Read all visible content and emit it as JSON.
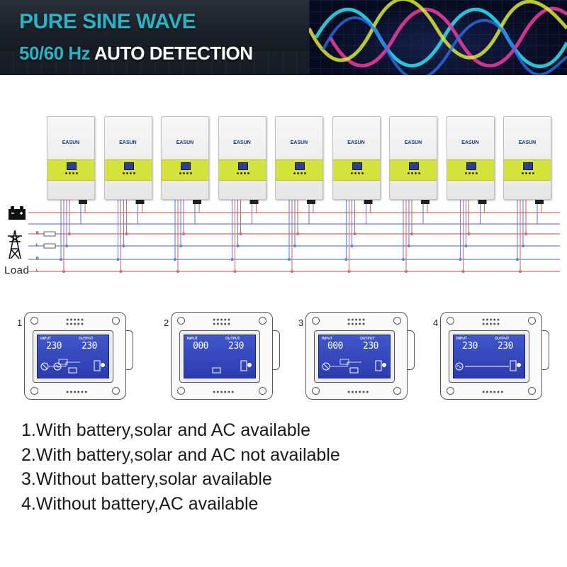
{
  "banner": {
    "title": "PURE SINE WAVE",
    "freq": "50/60 Hz",
    "detect": "AUTO DETECTION",
    "wave_colors": [
      "#2fd6e8",
      "#e23a9a",
      "#d8e63a",
      "#2b6ee8"
    ]
  },
  "diagram": {
    "inverter_count": 9,
    "brand": "EASUN",
    "lines": [
      {
        "label": "N",
        "color": "#6a7fd4"
      },
      {
        "label": "L",
        "color": "#d46a6a"
      },
      {
        "label": "N",
        "color": "#6a7fd4"
      },
      {
        "label": "L",
        "color": "#d46a6a"
      }
    ],
    "load_label": "Load",
    "icons": [
      "battery-icon",
      "grid-tower-icon"
    ]
  },
  "panels": [
    {
      "number": "1",
      "input_label": "INPUT",
      "output_label": "OUTPUT",
      "input_value": "230",
      "output_value": "230"
    },
    {
      "number": "2",
      "input_label": "INPUT",
      "output_label": "OUTPUT",
      "input_value": "000",
      "output_value": "230"
    },
    {
      "number": "3",
      "input_label": "INPUT",
      "output_label": "OUTPUT",
      "input_value": "000",
      "output_value": "230"
    },
    {
      "number": "4",
      "input_label": "INPUT",
      "output_label": "OUTPUT",
      "input_value": "230",
      "output_value": "230"
    }
  ],
  "captions": [
    "1.With battery,solar and AC available",
    "2.With battery,solar and AC not available",
    "3.Without battery,solar available",
    "4.Without battery,AC available"
  ]
}
